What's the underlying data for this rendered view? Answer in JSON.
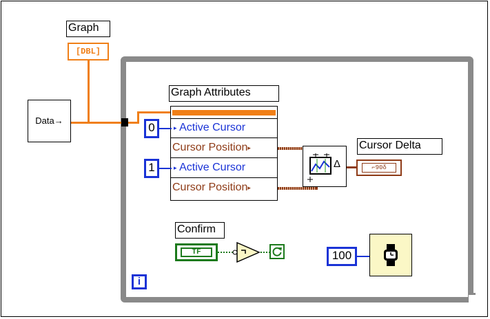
{
  "graph_terminal": {
    "label": "Graph",
    "type_tag": "[DBL]",
    "type_color": "#f07f17"
  },
  "data_node": {
    "label": "Data→"
  },
  "attribute_node": {
    "title": "Graph Attributes",
    "rows": [
      {
        "text": "Active Cursor",
        "kind": "input",
        "color": "#1a33d6"
      },
      {
        "text": "Cursor Position",
        "kind": "output",
        "color": "#8e3b17"
      },
      {
        "text": "Active Cursor",
        "kind": "input",
        "color": "#1a33d6"
      },
      {
        "text": "Cursor Position",
        "kind": "output",
        "color": "#8e3b17"
      }
    ],
    "header_color": "#f07f17"
  },
  "constants": {
    "cursor_0": "0",
    "cursor_1": "1",
    "wait_ms": "100"
  },
  "cursor_delta": {
    "label": "Cursor Delta",
    "indicator_text": "⌐90δ",
    "color": "#8e3b17"
  },
  "delta_subvi": {
    "symbol": "Δ"
  },
  "confirm": {
    "label": "Confirm",
    "tf_text": "TF",
    "color": "#1c7a1c"
  },
  "while_loop": {
    "iteration_label": "i",
    "border_color": "#8a8a8a"
  },
  "icons": {
    "wait-timer": "wristwatch-icon",
    "stop-condition": "loop-condition-icon",
    "not-function": "not-gate-icon",
    "cursor-subvi": "graph-cursor-delta-icon"
  }
}
